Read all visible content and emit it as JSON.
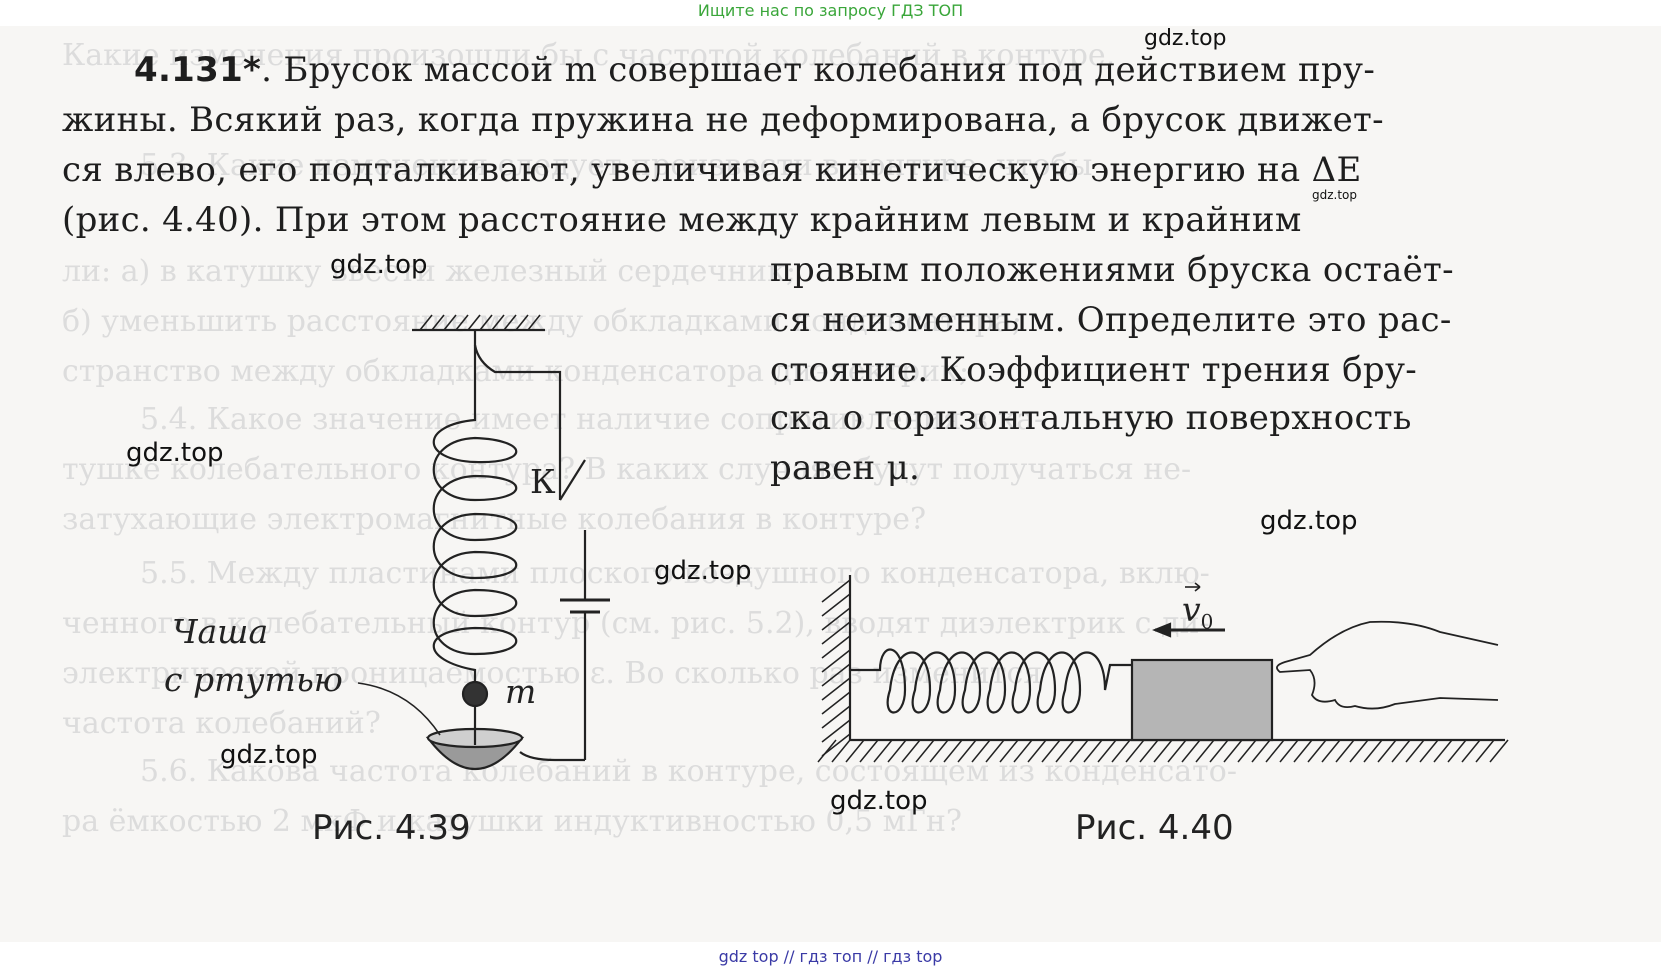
{
  "banner_top": "Ищите нас по запросу ГДЗ ТОП",
  "banner_bottom": "gdz top  //  гдз топ  //  гдз top",
  "problem": {
    "number": "4.131*",
    "lines": [
      ". Брусок массой m совершает колебания под действием пру-",
      "жины. Всякий раз, когда пружина не деформирована, а брусок движет-",
      "ся влево, его подталкивают, увеличивая кинетическую энергию на ΔE",
      "(рис. 4.40). При этом расстояние между крайним левым и крайним",
      "правым положениями бруска остаёт-",
      "ся неизменным. Определите это рас-",
      "стояние. Коэффициент трения бру-",
      "ска о горизонтальную поверхность",
      "равен μ."
    ]
  },
  "figure_439": {
    "caption": "Рис. 4.39",
    "switch_label": "К",
    "mass_label": "m",
    "cup_label_line1": "Чаша",
    "cup_label_line2": "с ртутью"
  },
  "figure_440": {
    "caption": "Рис. 4.40",
    "velocity_label": "v",
    "velocity_subscript": "0"
  },
  "watermarks": [
    "gdz.top",
    "gdz.top",
    "gdz.top",
    "gdz.top",
    "gdz.top",
    "gdz.top",
    "gdz.top",
    "gdz.top"
  ],
  "background_text": [
    "Какие изменения произошли бы с частотой колебаний в контуре,",
    "5.3. Какие изменения следует произвести в контуре, чтобы",
    "ли: а) в катушку ввести железный сердечник;",
    "б) уменьшить расстояние между обкладками конденсатора;",
    "странство между обкладками конденсатора диэлектрик;",
    "5.4. Какое значение имеет наличие сопротивления в ка-",
    "тушке колебательного контура? В каких случаях будут получаться не-",
    "затухающие электромагнитные колебания в контуре?",
    "5.5. Между пластинами плоского воздушного конденсатора, вклю-",
    "ченного в колебательный контур (см. рис. 5.2), вводят диэлектрик с ди-",
    "электрической проницаемостью ε. Во сколько раз изменится",
    "частота колебаний?",
    "5.6. Какова частота колебаний в контуре, состоящем из конденсато-",
    "ра ёмкостью 2 мкФ и катушки индуктивностью 0,5 мГн?"
  ]
}
